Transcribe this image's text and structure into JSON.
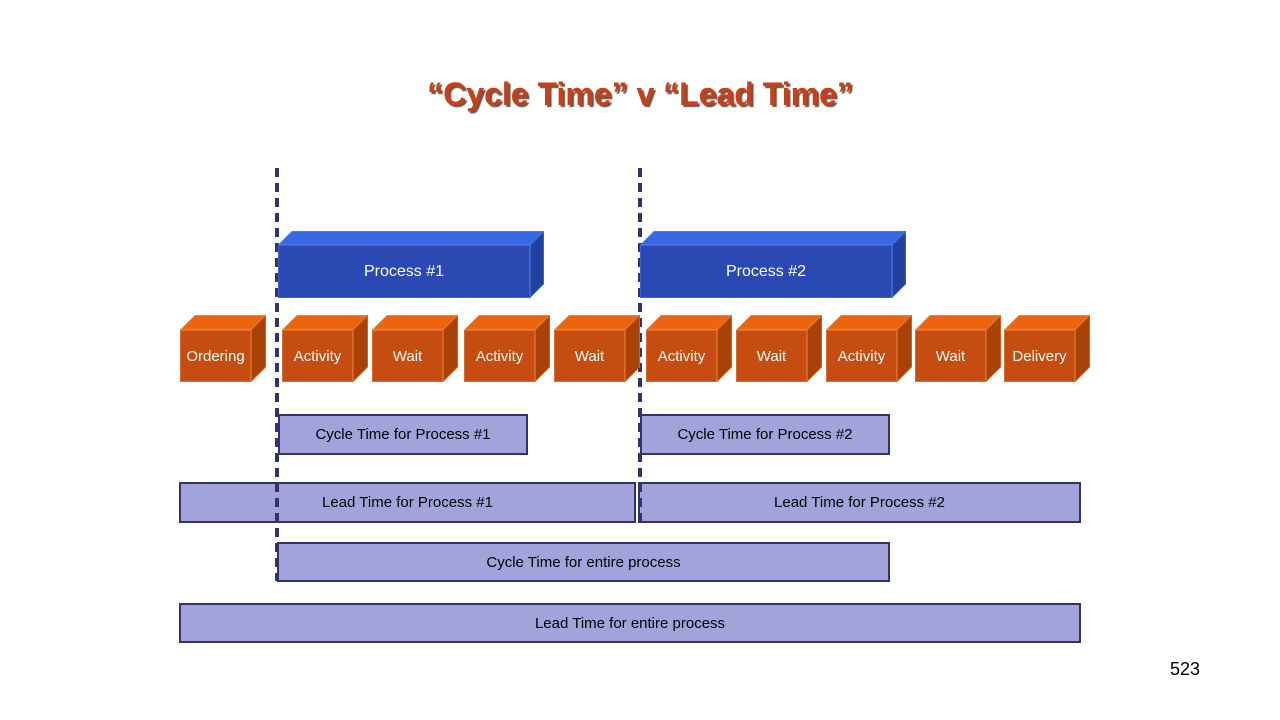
{
  "slide": {
    "title": "“Cycle Time” v “Lead Time”",
    "page_number": "523"
  },
  "processes": [
    {
      "label": "Process #1"
    },
    {
      "label": "Process #2"
    }
  ],
  "steps": [
    "Ordering",
    "Activity",
    "Wait",
    "Activity",
    "Wait",
    "Activity",
    "Wait",
    "Activity",
    "Wait",
    "Delivery"
  ],
  "bars": {
    "cycle_p1": "Cycle Time for Process #1",
    "cycle_p2": "Cycle Time for Process #2",
    "lead_p1": "Lead Time for Process #1",
    "lead_p2": "Lead Time for Process #2",
    "cycle_all": "Cycle Time for entire process",
    "lead_all": "Lead Time for entire process"
  },
  "colors": {
    "title": "#C8401A",
    "blue_front": "#2A49B2",
    "blue_top": "#3767E3",
    "blue_side": "#21419F",
    "orange_front": "#C54D11",
    "orange_top": "#EC650E",
    "orange_side": "#A84208",
    "bar_fill": "#A3A3DC",
    "bar_border": "#33336B",
    "dash_line": "#33336B"
  }
}
